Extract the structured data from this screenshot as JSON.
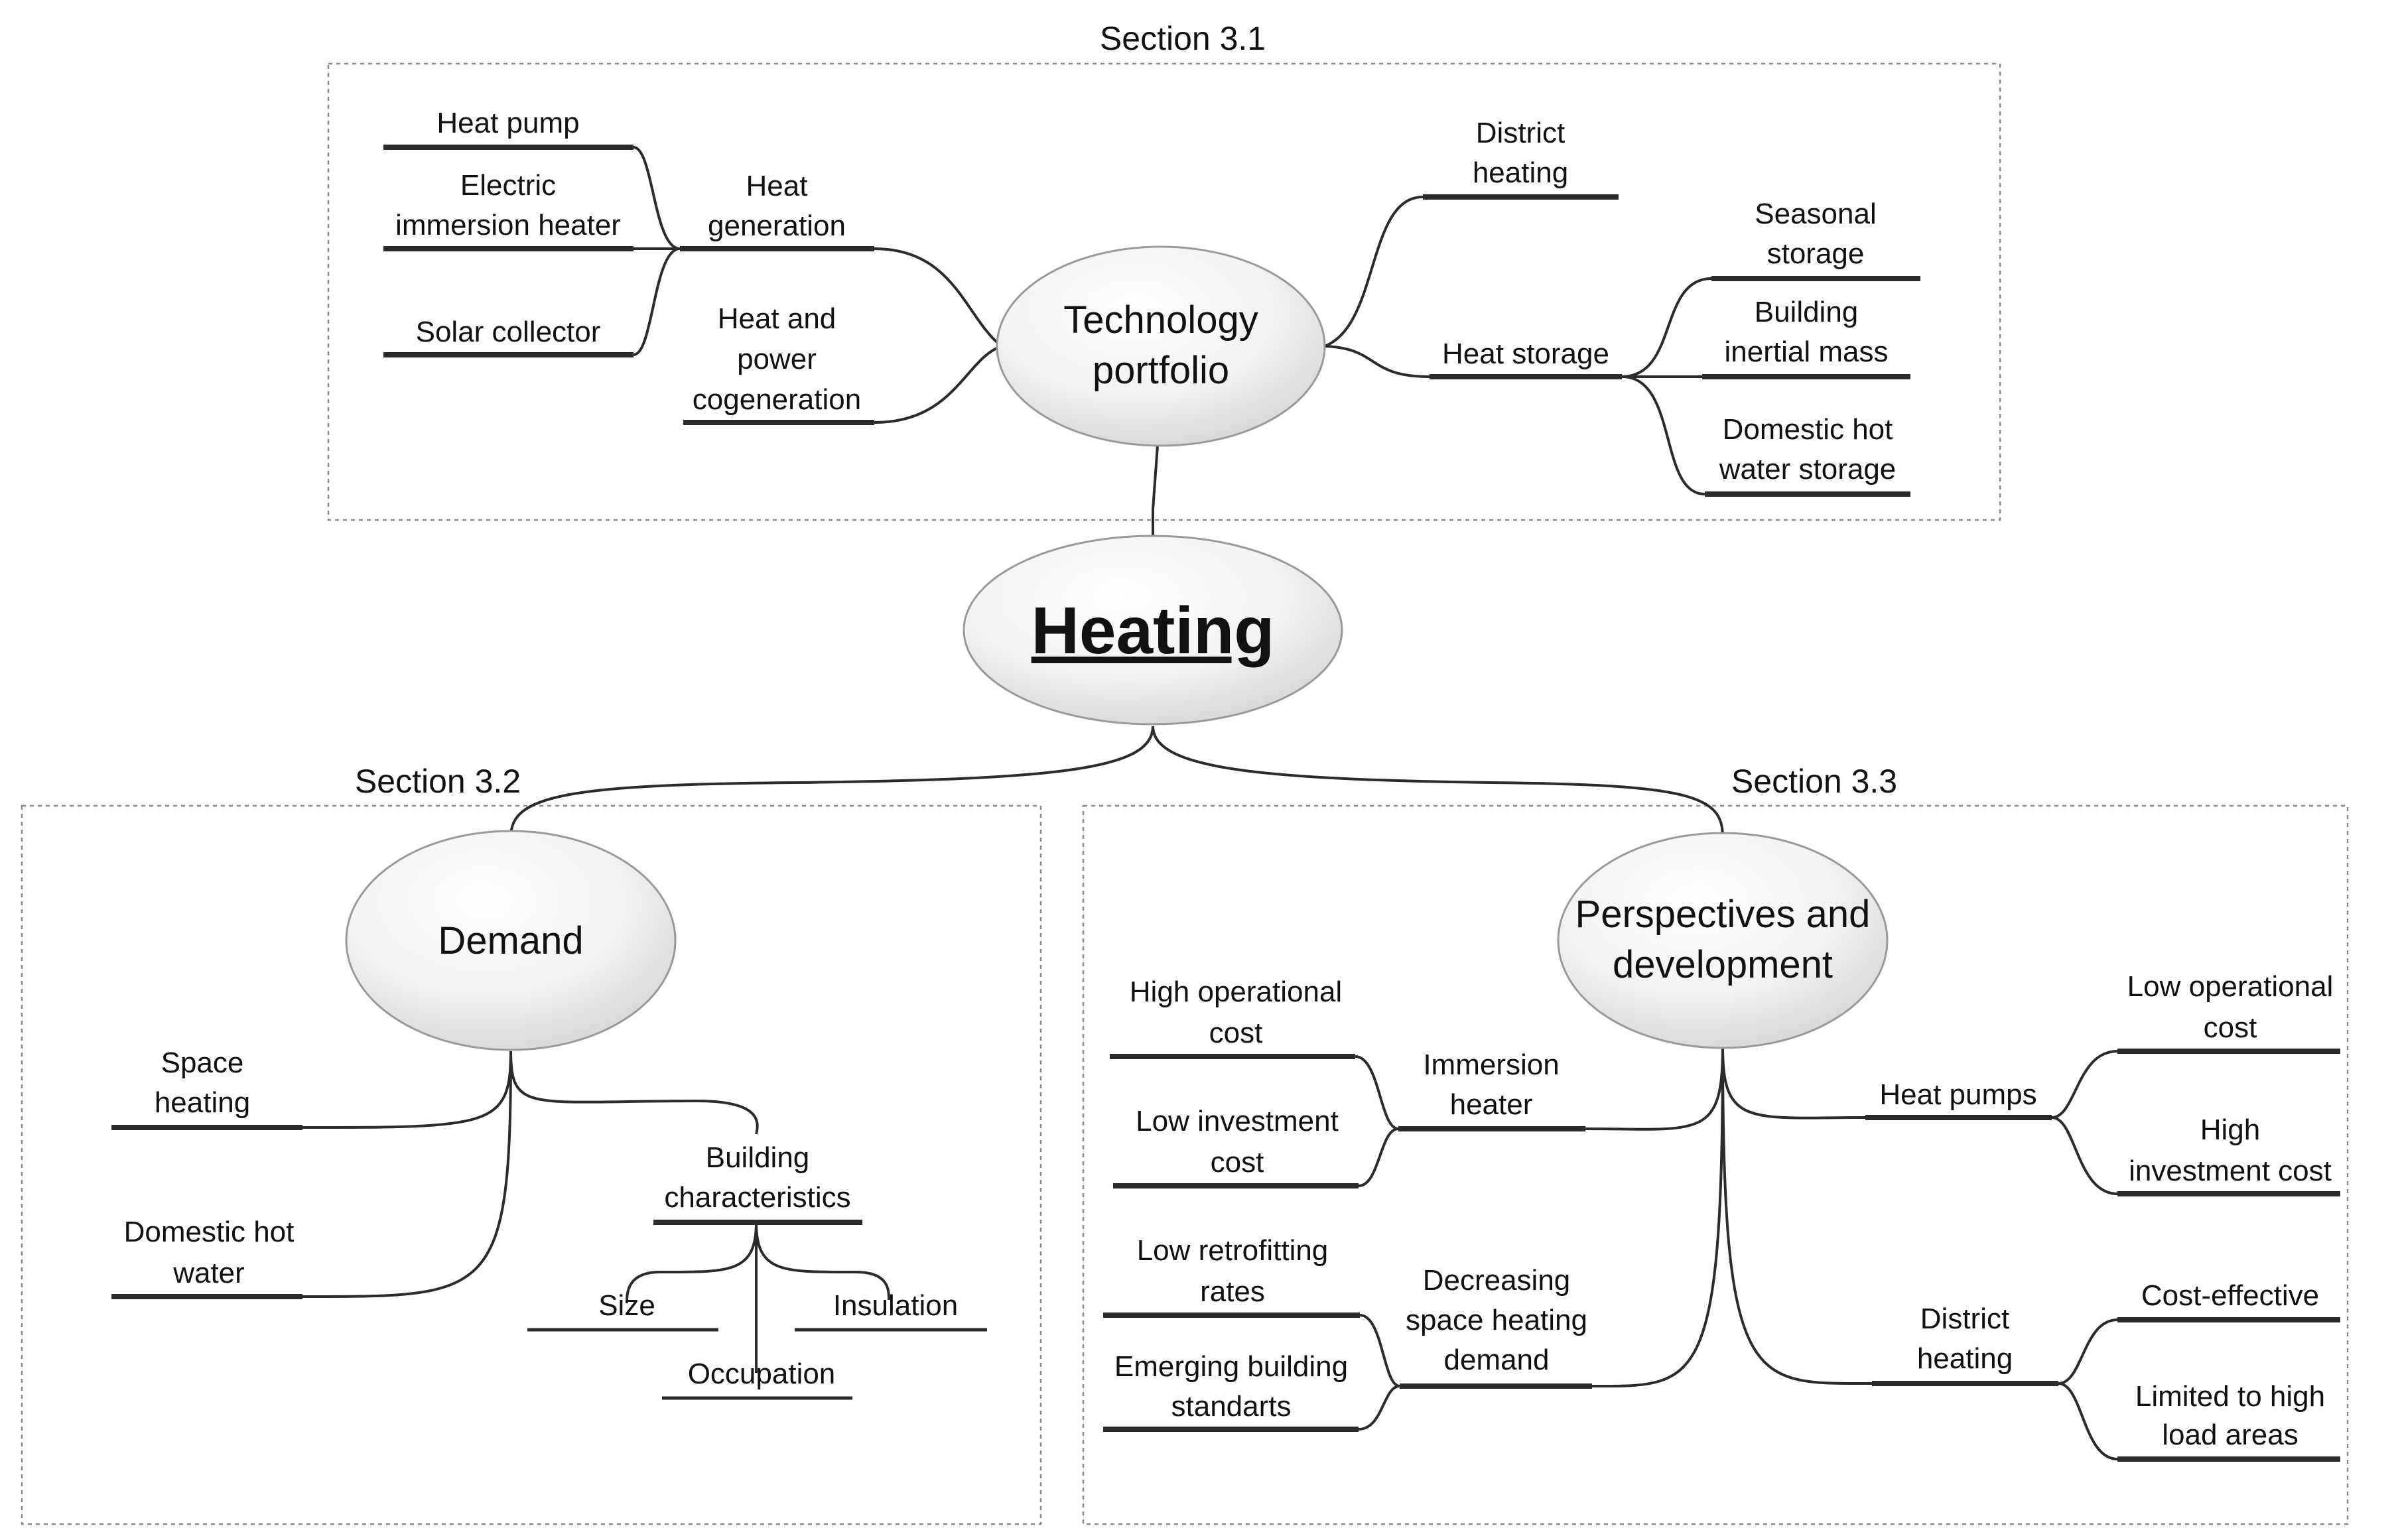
{
  "root": {
    "label": "Heating"
  },
  "sections": {
    "s31": {
      "title": "Section 3.1"
    },
    "s32": {
      "title": "Section 3.2"
    },
    "s33": {
      "title": "Section 3.3"
    }
  },
  "technology": {
    "label_lines": [
      "Technology",
      "portfolio"
    ],
    "heat_generation": {
      "label_lines": [
        "Heat",
        "generation"
      ],
      "children": [
        {
          "lines": [
            "Heat pump"
          ]
        },
        {
          "lines": [
            "Electric",
            "immersion heater"
          ]
        },
        {
          "lines": [
            "Solar collector"
          ]
        }
      ]
    },
    "chp": {
      "label_lines": [
        "Heat and",
        "power",
        "cogeneration"
      ]
    },
    "district_heating": {
      "label_lines": [
        "District",
        "heating"
      ]
    },
    "heat_storage": {
      "label_lines": [
        "Heat storage"
      ],
      "children": [
        {
          "lines": [
            "Seasonal",
            "storage"
          ]
        },
        {
          "lines": [
            "Building",
            "inertial mass"
          ]
        },
        {
          "lines": [
            "Domestic hot",
            "water storage"
          ]
        }
      ]
    }
  },
  "demand": {
    "label_lines": [
      "Demand"
    ],
    "space_heating": {
      "label_lines": [
        "Space",
        "heating"
      ]
    },
    "domestic_hot_water": {
      "label_lines": [
        "Domestic hot",
        "water"
      ]
    },
    "building": {
      "label_lines": [
        "Building",
        "characteristics"
      ],
      "children": [
        {
          "lines": [
            "Size"
          ]
        },
        {
          "lines": [
            "Occupation"
          ]
        },
        {
          "lines": [
            "Insulation"
          ]
        }
      ]
    }
  },
  "perspectives": {
    "label_lines": [
      "Perspectives and",
      "development"
    ],
    "immersion": {
      "label_lines": [
        "Immersion",
        "heater"
      ],
      "children": [
        {
          "lines": [
            "High operational",
            "cost"
          ]
        },
        {
          "lines": [
            "Low investment",
            "cost"
          ]
        }
      ]
    },
    "decreasing": {
      "label_lines": [
        "Decreasing",
        "space heating",
        "demand"
      ],
      "children": [
        {
          "lines": [
            "Low retrofitting",
            "rates"
          ]
        },
        {
          "lines": [
            "Emerging building",
            "standarts"
          ]
        }
      ]
    },
    "heat_pumps": {
      "label_lines": [
        "Heat pumps"
      ],
      "children": [
        {
          "lines": [
            "Low operational",
            "cost"
          ]
        },
        {
          "lines": [
            "High",
            "investment cost"
          ]
        }
      ]
    },
    "district": {
      "label_lines": [
        "District",
        "heating"
      ],
      "children": [
        {
          "lines": [
            "Cost-effective"
          ]
        },
        {
          "lines": [
            "Limited to high",
            "load areas"
          ]
        }
      ]
    }
  },
  "colors": {
    "text": "#111111",
    "line": "#2b2b2b",
    "frame": "#8a8a8a",
    "bubble_light": "#ffffff",
    "bubble_dark": "#d9d9d9"
  }
}
